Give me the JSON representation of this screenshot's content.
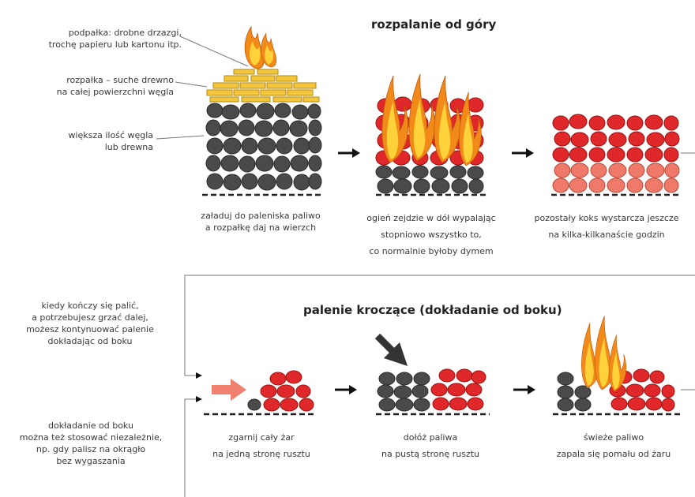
{
  "top_heading": "rozpalanie od góry",
  "bottom_heading": "palenie kroczące (dokładanie od boku)",
  "top_labels": {
    "kindling": "podpałka: drobne drzazgi,\ntrochę papieru lub kartonu itp.",
    "firelighter": "rozpałka – suche drewno\nna całej powierzchni węgla",
    "fuel": "większa ilość węgla\nlub drewna"
  },
  "top_captions": [
    "załaduj do paleniska paliwo\na rozpałkę daj na wierzch",
    "ogień zejdzie w dół wypalając\nstopniowo wszystko to,\nco normalnie byłoby dymem",
    "pozostały koks wystarcza jeszcze\nna kilka-kilkanaście godzin"
  ],
  "side_notes": {
    "continue": "kiedy kończy się palić,\na potrzebujesz grzać dalej,\nmożesz kontynuować palenie\ndokładając od boku",
    "independent": "dokładanie od boku\nmożna też stosować niezależnie,\nnp. gdy palisz na okrągło\nbez wygaszania"
  },
  "bottom_captions": [
    "zgarnij cały żar\nna jedną stronę rusztu",
    "dołóż paliwa\nna pustą stronę rusztu",
    "świeże paliwo\nzapala się pomału od żaru"
  ],
  "colors": {
    "coal": "#4a4a4a",
    "ember": "#e0282a",
    "ember_light": "#f07a6a",
    "flame_outer": "#f28a1a",
    "flame_inner": "#ffd23a",
    "wood": "#f3c63c",
    "arrow_push": "#f08070"
  }
}
